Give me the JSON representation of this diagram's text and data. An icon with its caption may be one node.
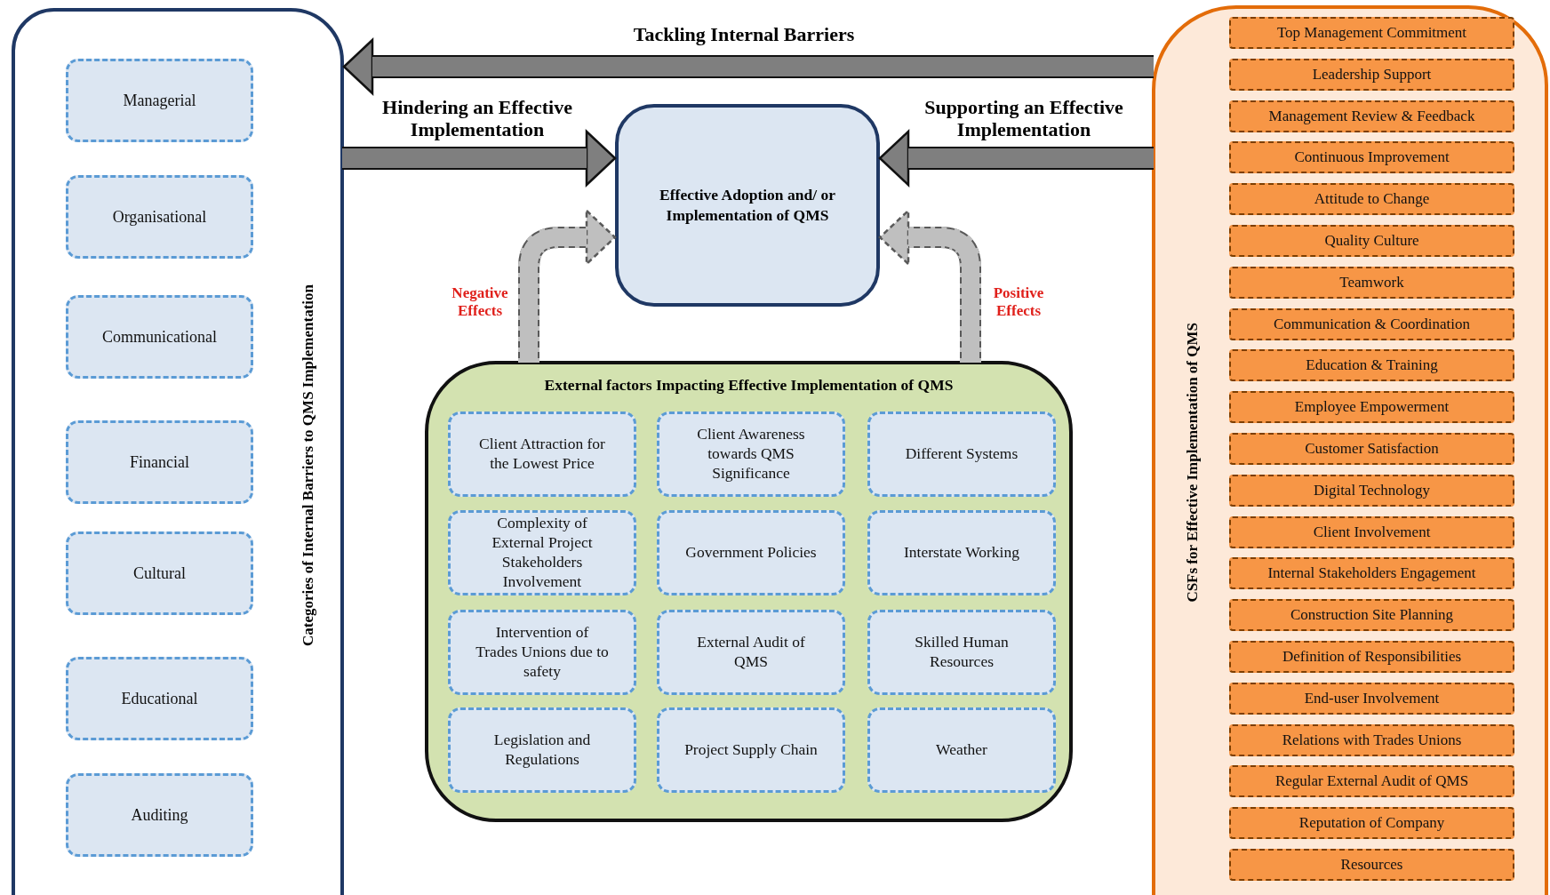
{
  "diagram": {
    "nodes": [
      {
        "text": [
          "Categories of Internal Barriers to QMS Implementation"
        ]
      },
      {
        "text": [
          "Managerial"
        ],
        "in": 0
      },
      {
        "text": [
          "Organisational"
        ],
        "in": 0
      },
      {
        "text": [
          "Communicational"
        ],
        "in": 0
      },
      {
        "text": [
          "Financial"
        ],
        "in": 0
      },
      {
        "text": [
          "Cultural"
        ],
        "in": 0
      },
      {
        "text": [
          "Educational"
        ],
        "in": 0
      },
      {
        "text": [
          "Auditing"
        ],
        "in": 0
      },
      {
        "text": [
          "Effective Adoption and/ or Implementation of QMS"
        ]
      },
      {
        "text": [
          "External factors Impacting Effective Implementation of QMS"
        ]
      },
      {
        "text": [
          "Client Attraction for the Lowest Price"
        ],
        "in": 9
      },
      {
        "text": [
          "Client Awareness towards QMS Significance"
        ],
        "in": 9
      },
      {
        "text": [
          "Different Systems"
        ],
        "in": 9
      },
      {
        "text": [
          "Complexity of External Project Stakeholders Involvement"
        ],
        "in": 9
      },
      {
        "text": [
          "Government Policies"
        ],
        "in": 9
      },
      {
        "text": [
          "Interstate Working"
        ],
        "in": 9
      },
      {
        "text": [
          "Intervention of Trades Unions due to safety"
        ],
        "in": 9
      },
      {
        "text": [
          "External Audit of QMS"
        ],
        "in": 9
      },
      {
        "text": [
          "Skilled Human Resources"
        ],
        "in": 9
      },
      {
        "text": [
          "Legislation and Regulations"
        ],
        "in": 9
      },
      {
        "text": [
          "Project Supply Chain"
        ],
        "in": 9
      },
      {
        "text": [
          "Weather"
        ],
        "in": 9
      },
      {
        "text": [
          "CSFs for Effective Implementation of QMS"
        ]
      },
      {
        "text": [
          "Top Management Commitment"
        ],
        "in": 22
      },
      {
        "text": [
          "Leadership Support"
        ],
        "in": 22
      },
      {
        "text": [
          "Management Review & Feedback"
        ],
        "in": 22
      },
      {
        "text": [
          "Continuous Improvement"
        ],
        "in": 22
      },
      {
        "text": [
          "Attitude to Change"
        ],
        "in": 22
      },
      {
        "text": [
          "Quality Culture"
        ],
        "in": 22
      },
      {
        "text": [
          "Teamwork"
        ],
        "in": 22
      },
      {
        "text": [
          "Communication & Coordination"
        ],
        "in": 22
      },
      {
        "text": [
          "Education & Training"
        ],
        "in": 22
      },
      {
        "text": [
          "Employee Empowerment"
        ],
        "in": 22
      },
      {
        "text": [
          "Customer Satisfaction"
        ],
        "in": 22
      },
      {
        "text": [
          "Digital Technology"
        ],
        "in": 22
      },
      {
        "text": [
          "Client Involvement"
        ],
        "in": 22
      },
      {
        "text": [
          "Internal Stakeholders Engagement"
        ],
        "in": 22
      },
      {
        "text": [
          "Construction Site Planning"
        ],
        "in": 22
      },
      {
        "text": [
          "Definition of Responsibilities"
        ],
        "in": 22
      },
      {
        "text": [
          "End-user Involvement"
        ],
        "in": 22
      },
      {
        "text": [
          "Relations with Trades Unions"
        ],
        "in": 22
      },
      {
        "text": [
          "Regular External Audit of QMS"
        ],
        "in": 22
      },
      {
        "text": [
          "Reputation of Company"
        ],
        "in": 22
      },
      {
        "text": [
          "Resources"
        ],
        "in": 22
      }
    ],
    "edges": [
      {
        "from": 22,
        "to": 0,
        "arrow": "to",
        "label": "Tackling Internal Barriers"
      },
      {
        "from": 0,
        "to": 8,
        "arrow": "to",
        "label": "Hindering an Effective Implementation"
      },
      {
        "from": 22,
        "to": 8,
        "arrow": "to",
        "label": "Supporting an Effective Implementation"
      },
      {
        "from": 9,
        "to": 8,
        "arrow": "to",
        "label": "Negative Effects",
        "style": "dashed",
        "color": "#bfbfbf"
      },
      {
        "from": 9,
        "to": 8,
        "arrow": "to",
        "label": "Positive Effects",
        "style": "dashed",
        "color": "#bfbfbf"
      }
    ]
  }
}
